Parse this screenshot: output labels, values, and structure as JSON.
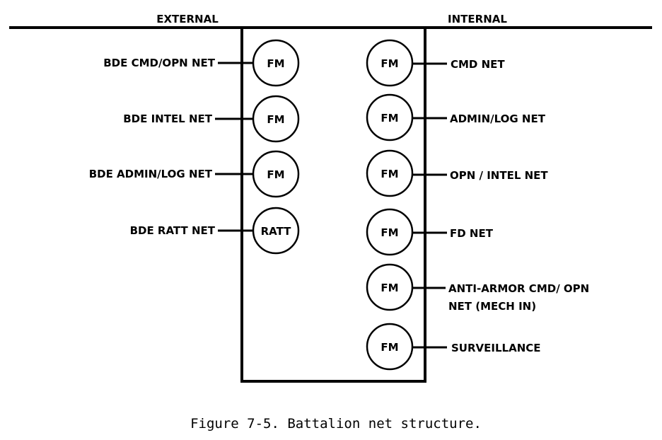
{
  "headers": {
    "external": "EXTERNAL",
    "internal": "INTERNAL"
  },
  "external_nets": [
    {
      "label": "BDE CMD/OPN NET",
      "radio": "FM"
    },
    {
      "label": "BDE INTEL NET",
      "radio": "FM"
    },
    {
      "label": "BDE ADMIN/LOG NET",
      "radio": "FM"
    },
    {
      "label": "BDE RATT NET",
      "radio": "RATT"
    }
  ],
  "internal_nets": [
    {
      "label": "CMD NET",
      "radio": "FM"
    },
    {
      "label": "ADMIN/LOG NET",
      "radio": "FM"
    },
    {
      "label": "OPN / INTEL NET",
      "radio": "FM"
    },
    {
      "label": "FD NET",
      "radio": "FM"
    },
    {
      "label": "ANTI-ARMOR CMD/ OPN",
      "label_line2": "NET (MECH IN)",
      "radio": "FM"
    },
    {
      "label": "SURVEILLANCE",
      "radio": "FM"
    }
  ],
  "caption": "Figure 7-5. Battalion net structure."
}
